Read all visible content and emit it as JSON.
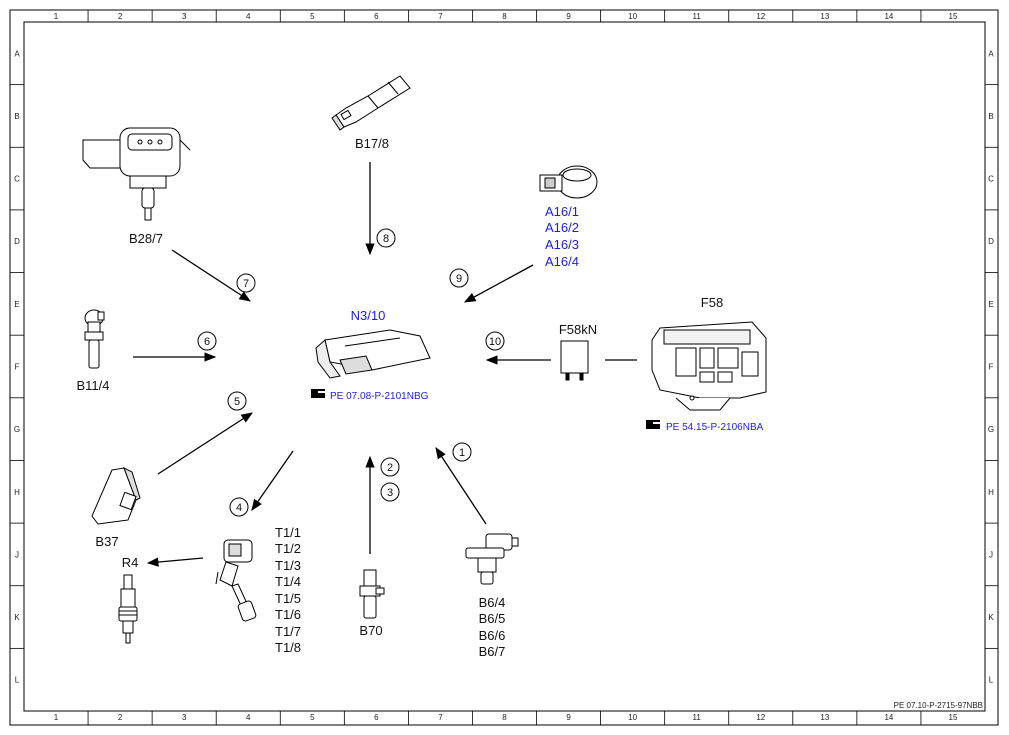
{
  "grid": {
    "columns": [
      "1",
      "2",
      "3",
      "4",
      "5",
      "6",
      "7",
      "8",
      "9",
      "10",
      "11",
      "12",
      "13",
      "14",
      "15"
    ],
    "rows": [
      "A",
      "B",
      "C",
      "D",
      "E",
      "F",
      "G",
      "H",
      "J",
      "K",
      "L"
    ]
  },
  "footer_code": "PE 07.10-P-2715-97NBB",
  "components": {
    "b17_8": "B17/8",
    "b28_7": "B28/7",
    "a16": [
      "A16/1",
      "A16/2",
      "A16/3",
      "A16/4"
    ],
    "b11_4": "B11/4",
    "n3_10": "N3/10",
    "n3_10_ref": "PE 07.08-P-2101NBG",
    "f58kn": "F58kN",
    "f58": "F58",
    "f58_ref": "PE 54.15-P-2106NBA",
    "b37": "B37",
    "r4": "R4",
    "t1": [
      "T1/1",
      "T1/2",
      "T1/3",
      "T1/4",
      "T1/5",
      "T1/6",
      "T1/7",
      "T1/8"
    ],
    "b70": "B70",
    "b6": [
      "B6/4",
      "B6/5",
      "B6/6",
      "B6/7"
    ]
  },
  "markers": {
    "m1": "1",
    "m2": "2",
    "m3": "3",
    "m4": "4",
    "m5": "5",
    "m6": "6",
    "m7": "7",
    "m8": "8",
    "m9": "9",
    "m10": "10"
  },
  "colors": {
    "link_blue": "#1f1fd0",
    "line": "#000000"
  }
}
